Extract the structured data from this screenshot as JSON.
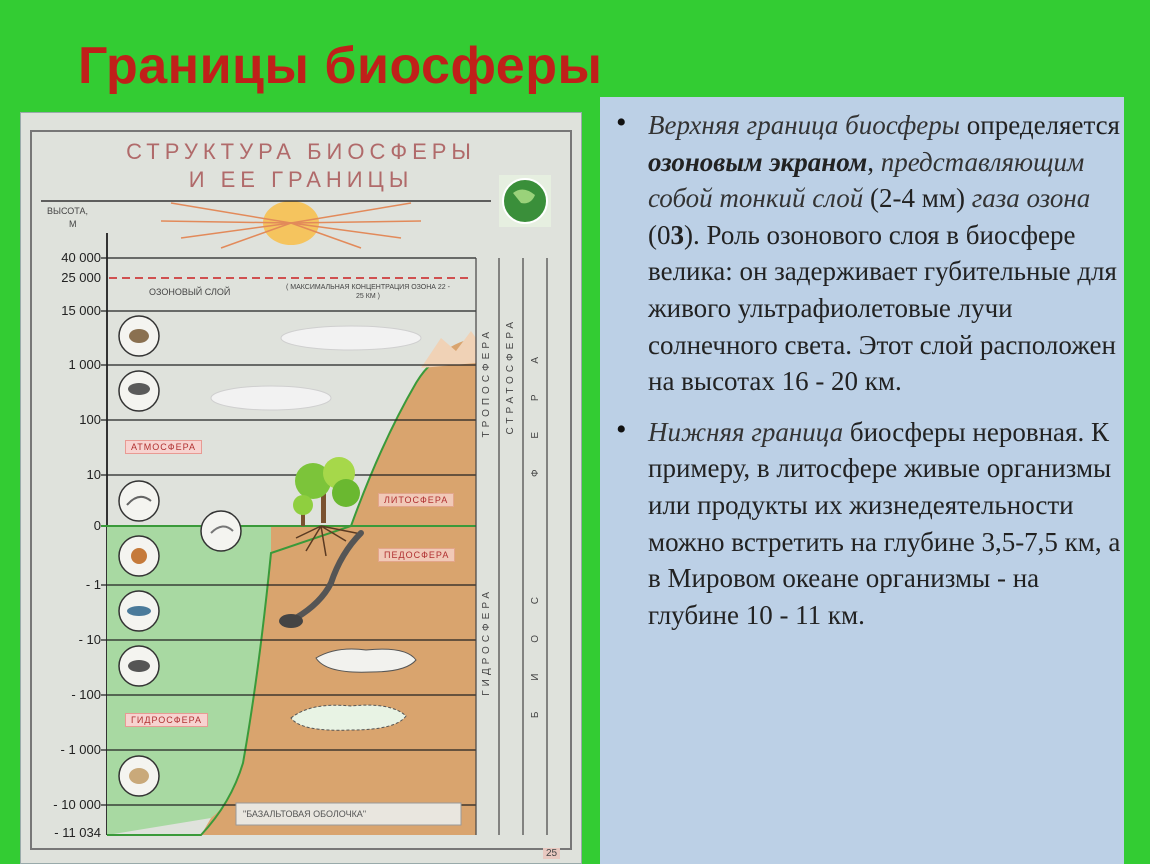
{
  "title": "Границы биосферы",
  "poster": {
    "title_line1": "СТРУКТУРА   БИОСФЕРЫ",
    "title_line2": "И   ЕЕ   ГРАНИЦЫ",
    "axis_label": "ВЫСОТА,",
    "axis_unit": "М",
    "levels": [
      "40 000",
      "25 000",
      "15 000",
      "1 000",
      "100",
      "10",
      "0",
      "- 1",
      "- 10",
      "- 100",
      "- 1 000",
      "- 10 000",
      "- 11 034"
    ],
    "ozone_label": "ОЗОНОВЫЙ  СЛОЙ",
    "ozone_note": "( МАКСИМАЛЬНАЯ   КОНЦЕНТРАЦИЯ ОЗОНА   22 - 25 КМ )",
    "atmosphere_tag": "АТМОСФЕРА",
    "hydrosphere_tag": "ГИДРОСФЕРА",
    "lithosphere_tag": "ЛИТОСФЕРА",
    "pedosphere_tag": "ПЕДОСФЕРА",
    "basalt_label": "\"БАЗАЛЬТОВАЯ   ОБОЛОЧКА\"",
    "troposphere": "ТРОПОСФЕРА",
    "stratosphere": "СТРАТОСФЕРА",
    "hydrosphere_vertical": "ГИДРОСФЕРА",
    "biosphere_upper": "Б И О С",
    "biosphere_right": "Ф Е Р А",
    "page_number": "25"
  },
  "text": {
    "p1_upper_label": "Верхняя граница биосферы",
    "p1_defined": "определяется ",
    "p1_ozone": "озоновым экраном",
    "p1_comma": ",",
    "p1_italic": "представляющим собой тонкий слой",
    "p1_mm": " (2-4 мм) ",
    "p1_gas": "газа озона",
    "p1_formula_open": " (0",
    "p1_formula_three": "3",
    "p1_formula_close": ").",
    "p1_rest": "Роль озонового слоя в биосфере велика: он задерживает губительные для живого ультрафиолетовые лучи солнечного света. Этот слой расположен на высотах 16 - 20 км.",
    "p2_lower_label": "Нижняя граница",
    "p2_rest": " биосферы неровная. К примеру, в литосфере живые организмы или продукты их жизнедеятельности можно встретить на глубине 3,5-7,5 км, а в Мировом океане организмы - на глубине 10 - 11 км."
  }
}
